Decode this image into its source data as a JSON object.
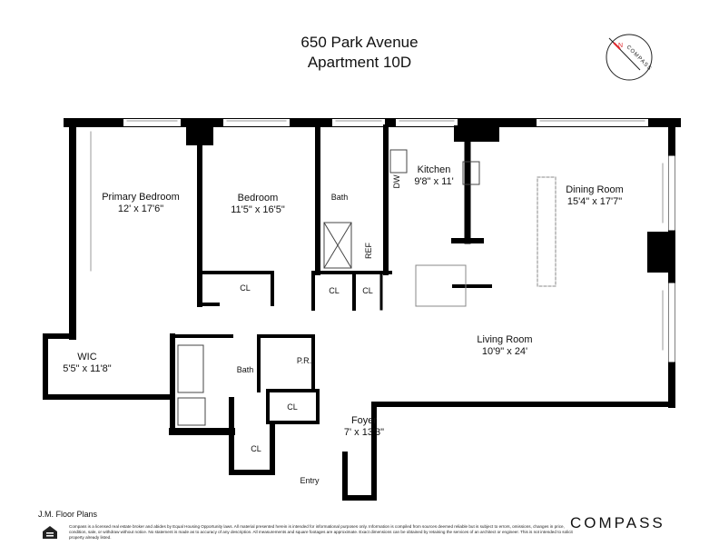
{
  "header": {
    "address": "650 Park Avenue",
    "unit": "Apartment 10D"
  },
  "compass": {
    "label": "COMPASS",
    "north": "N",
    "north_color": "#e0262b"
  },
  "rooms": [
    {
      "name": "Primary Bedroom",
      "dims": "12' x 17'6\""
    },
    {
      "name": "Bedroom",
      "dims": "11'5\" x 16'5\""
    },
    {
      "name": "Kitchen",
      "dims": "9'8\" x 11'"
    },
    {
      "name": "Dining Room",
      "dims": "15'4\" x 17'7\""
    },
    {
      "name": "Living Room",
      "dims": "10'9\" x 24'"
    },
    {
      "name": "WIC",
      "dims": "5'5\" x 11'8\""
    },
    {
      "name": "Foyer",
      "dims": "7' x 13'3\""
    }
  ],
  "labels": {
    "bath": "Bath",
    "cl": "CL",
    "dw": "DW",
    "ref": "REF",
    "pr": "P.R.",
    "entry": "Entry"
  },
  "footer": {
    "credit": "J.M. Floor Plans",
    "disclaimer": "Compass is a licensed real estate broker and abides by Equal Housing Opportunity laws. All material presented herein is intended for informational purposes only. Information is compiled from sources deemed reliable but is subject to errors, omissions, changes in price, condition, sale, or withdraw without notice. No statement is made as to accuracy of any description. All measurements and square footages are approximate. Exact dimensions can be obtained by retaining the services of an architect or engineer. This is not intended to solicit property already listed.",
    "logo": "COMPASS"
  }
}
